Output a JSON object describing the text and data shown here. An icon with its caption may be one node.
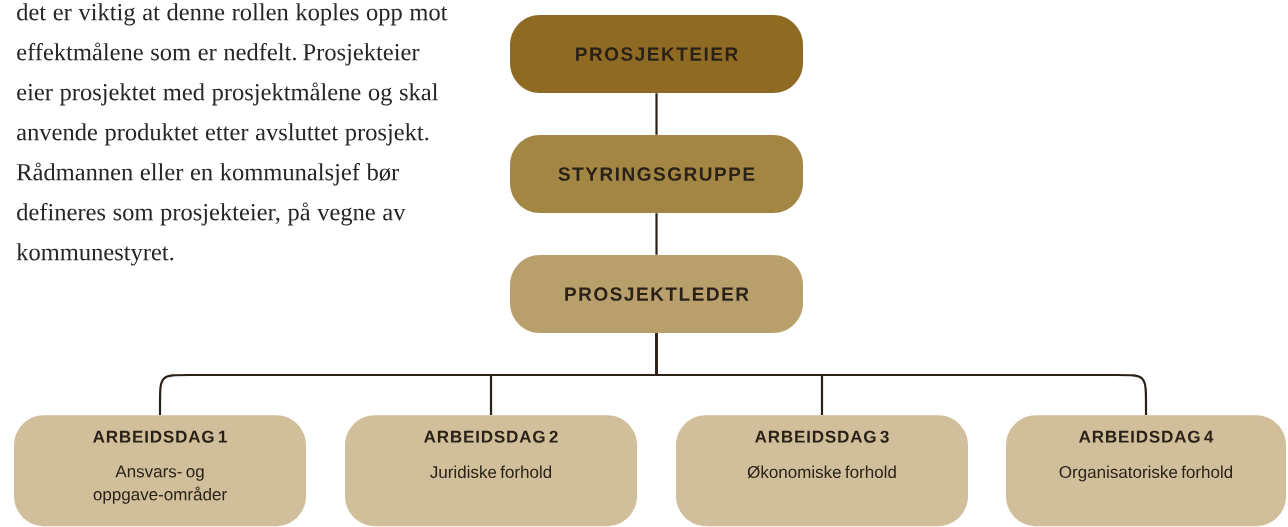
{
  "diagram": {
    "nodes": [
      {
        "text": [
          "PROSJEKTEIER"
        ]
      },
      {
        "text": [
          "STYRINGSGRUPPE"
        ]
      },
      {
        "text": [
          "PROSJEKTLEDER"
        ]
      },
      {
        "text": [
          "ARBEIDSDAG 1",
          "Ansvars- og oppgave-områder"
        ]
      },
      {
        "text": [
          "ARBEIDSDAG 2",
          "Juridiske forhold"
        ]
      },
      {
        "text": [
          "ARBEIDSDAG 3",
          "Økonomiske forhold"
        ]
      },
      {
        "text": [
          "ARBEIDSDAG 4",
          "Organisatoriske forhold"
        ]
      }
    ],
    "edges": [
      {
        "from": 0,
        "to": 1,
        "arrow": "none"
      },
      {
        "from": 1,
        "to": 2,
        "arrow": "none"
      },
      {
        "from": 2,
        "to": 3,
        "arrow": "none"
      },
      {
        "from": 2,
        "to": 4,
        "arrow": "none"
      },
      {
        "from": 2,
        "to": 5,
        "arrow": "none"
      },
      {
        "from": 2,
        "to": 6,
        "arrow": "none"
      }
    ],
    "labels": [
      "det er viktig at denne rollen koples opp mot effektmålene som er nedfelt. Prosjekteier eier prosjektet med prosjektmålene og skal anvende produktet etter avsluttet prosjekt. Rådmannen eller en kommunalsjef bør defineres som prosjekteier, på vegne av kommunestyret."
    ]
  }
}
